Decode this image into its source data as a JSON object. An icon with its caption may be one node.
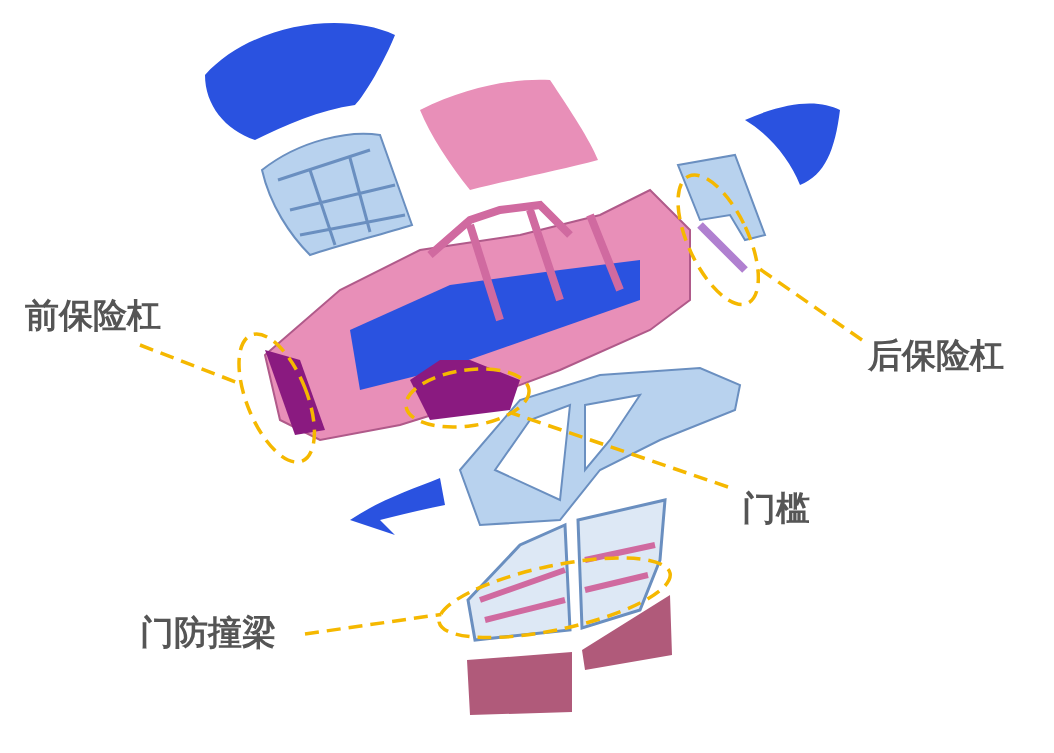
{
  "diagram": {
    "nodes": [
      {
        "text": [
          "前保险杠"
        ]
      },
      {
        "text": [],
        "shape": "ellipse"
      },
      {
        "text": [
          "后保险杠"
        ]
      },
      {
        "text": [],
        "shape": "ellipse"
      },
      {
        "text": [
          "门槛"
        ]
      },
      {
        "text": [],
        "shape": "ellipse"
      },
      {
        "text": [
          "门防撞梁"
        ]
      },
      {
        "text": [],
        "shape": "ellipse"
      }
    ],
    "edges": [
      {
        "from": 0,
        "to": 1,
        "arrow": "none",
        "style": "dashed"
      },
      {
        "from": 2,
        "to": 3,
        "arrow": "none",
        "style": "dashed"
      },
      {
        "from": 4,
        "to": 5,
        "arrow": "none",
        "style": "dashed"
      },
      {
        "from": 6,
        "to": 7,
        "arrow": "none",
        "style": "dashed"
      }
    ]
  }
}
